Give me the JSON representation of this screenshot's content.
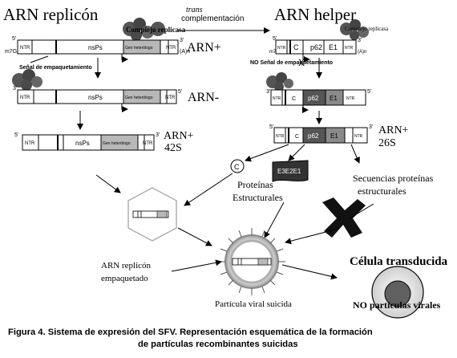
{
  "headings": {
    "replicon": "ARN replicón",
    "helper": "ARN helper",
    "trans": "trans",
    "complementation": "complementación"
  },
  "complex": {
    "top_left": "Complejo replicasa",
    "top_right": "Complejo replicasa"
  },
  "strand_labels": {
    "plus": "ARN+",
    "minus": "ARN-",
    "plus_42s": "ARN+",
    "s42": "42S",
    "plus_26s": "ARN+",
    "s26": "26S"
  },
  "segments": {
    "ntr": "NTR",
    "nsps": "nsPs",
    "gen_heter": "Gen heterólogo",
    "c": "C",
    "p62": "p62",
    "e1": "E1",
    "e3e2e1": "E3E2E1"
  },
  "ends": {
    "five": "5'",
    "three": "3'",
    "cap": "m7G",
    "polya": "(A)n"
  },
  "annotations": {
    "packaging_signal": "Señal de empaquetamiento",
    "no_packaging_signal": "NO Señal de empaquetamiento",
    "x_mark": "X",
    "c_circle": "C",
    "structural_proteins_1": "Proteínas",
    "structural_proteins_2": "Estructurales",
    "seq_structural_1": "Secuencias proteínas",
    "seq_structural_2": "estructurales",
    "packaged_replicon_1": "ARN replicón",
    "packaged_replicon_2": "empaquetado",
    "suicide_particle": "Partícula viral suicida",
    "transduced_cell": "Célula transducida",
    "no_viral_particles": "NO partículas virales"
  },
  "caption": {
    "line1": "Figura 4. Sistema de expresión del SFV. Representación esquemática de la formación",
    "line2": "de partículas recombinantes suicidas"
  },
  "colors": {
    "gen_heter_fill": "#b8b8b8",
    "dark_segment": "#555555",
    "mid_segment": "#8a8a8a",
    "ring": "#a0a0a0",
    "cell_inner": "#606060",
    "cell_outer": "#d4d4d4"
  }
}
